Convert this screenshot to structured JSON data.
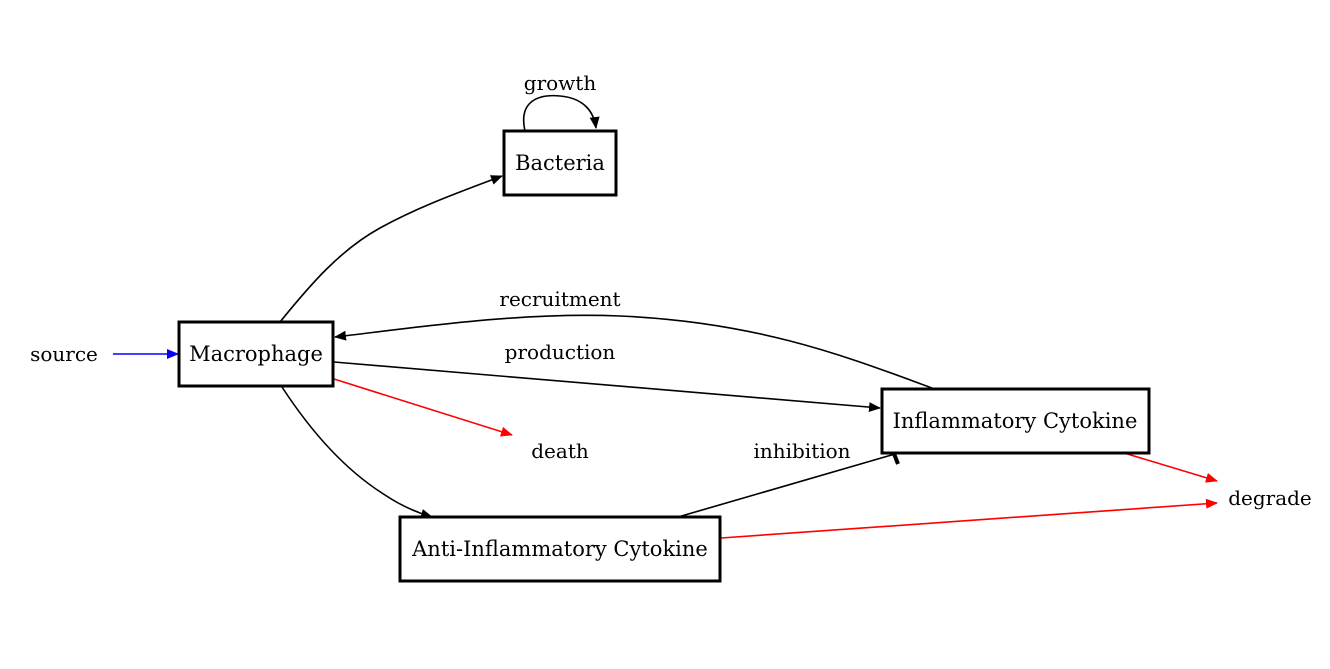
{
  "nodes": {
    "bacteria": "Bacteria",
    "macrophage": "Macrophage",
    "inflammatory_cytokine": "Inflammatory Cytokine",
    "anti_inflammatory_cytokine": "Anti-Inflammatory Cytokine"
  },
  "terminals": {
    "source": "source",
    "death": "death",
    "degrade": "degrade"
  },
  "edges": [
    {
      "from": "Bacteria",
      "to": "Bacteria",
      "label": "growth",
      "color": "#000000"
    },
    {
      "from": "source",
      "to": "Macrophage",
      "label": "",
      "color": "#0000ff"
    },
    {
      "from": "Macrophage",
      "to": "Bacteria",
      "label": "",
      "color": "#000000"
    },
    {
      "from": "Inflammatory Cytokine",
      "to": "Macrophage",
      "label": "recruitment",
      "color": "#000000"
    },
    {
      "from": "Macrophage",
      "to": "Inflammatory Cytokine",
      "label": "production",
      "color": "#000000"
    },
    {
      "from": "Macrophage",
      "to": "death",
      "label": "",
      "color": "#ff0000"
    },
    {
      "from": "Macrophage",
      "to": "Anti-Inflammatory Cytokine",
      "label": "",
      "color": "#000000"
    },
    {
      "from": "Anti-Inflammatory Cytokine",
      "to": "Inflammatory Cytokine",
      "label": "inhibition",
      "color": "#000000",
      "arrowhead": "tee"
    },
    {
      "from": "Inflammatory Cytokine",
      "to": "degrade",
      "label": "",
      "color": "#ff0000"
    },
    {
      "from": "Anti-Inflammatory Cytokine",
      "to": "degrade",
      "label": "",
      "color": "#ff0000"
    }
  ],
  "colors": {
    "flow": "#000000",
    "input": "#0000ff",
    "loss": "#ff0000"
  }
}
